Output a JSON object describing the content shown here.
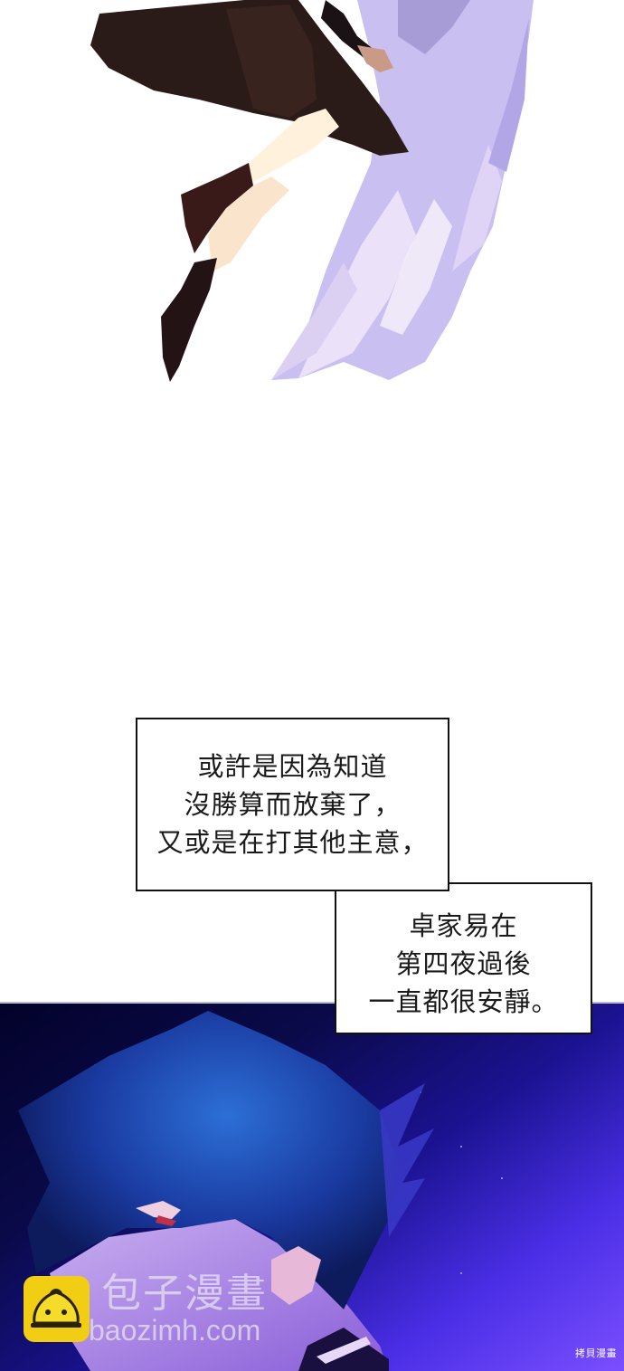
{
  "page": {
    "background": "#ffffff"
  },
  "panels": {
    "top": {
      "description": "Flying figure in dark skirt and boots with lavender angel wings",
      "colors": {
        "skirt": "#2a1a18",
        "skin": "#fde9d4",
        "wing": "#c9bff0",
        "wing_highlight": "#f4eefc",
        "boot": "#2b1414"
      }
    },
    "night": {
      "description": "Dark-haired boy in profile against starry blue-violet night sky",
      "colors": {
        "sky_dark": "#03022a",
        "sky_mid": "#1a1290",
        "sky_light": "#7b4fff",
        "hair": "#1c3ea8",
        "skin": "#a98ad6"
      }
    }
  },
  "captions": [
    {
      "lines": [
        "或許是因為知道",
        "沒勝算而放棄了，",
        "又或是在打其他主意，"
      ]
    },
    {
      "lines": [
        "卓家易在",
        "第四夜過後",
        "一直都很安靜。"
      ]
    }
  ],
  "watermark": {
    "icon": "steamed-bun-logo-icon",
    "icon_color": "#f1cd14",
    "title": "包子漫畫",
    "url": "baozimh.com"
  },
  "corner_mark": "拷貝漫畫"
}
